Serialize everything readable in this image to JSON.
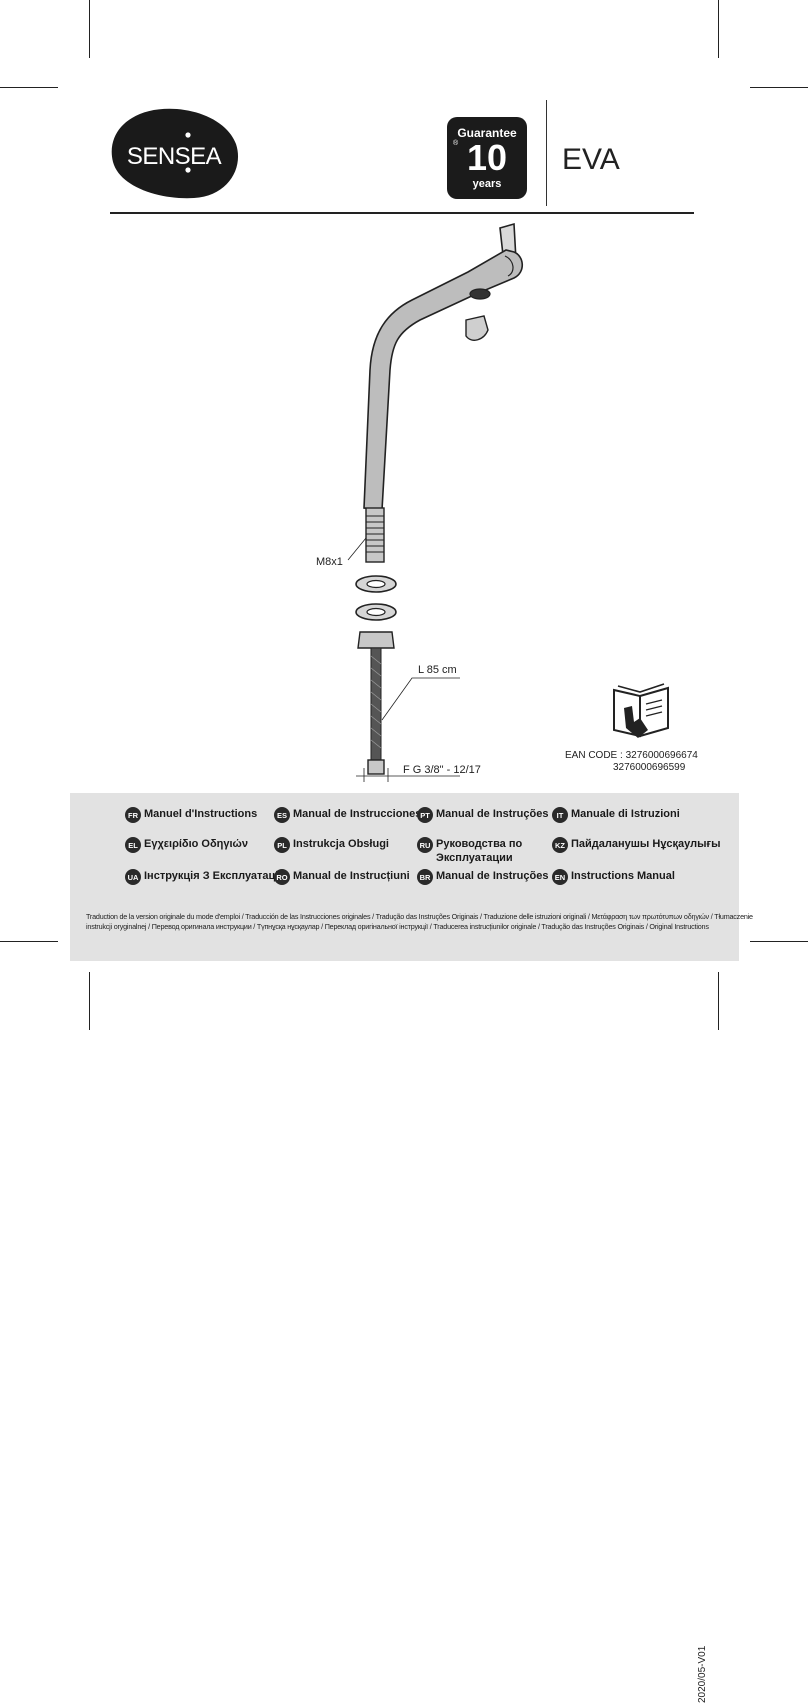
{
  "brand": {
    "logo_text": "SENSEA"
  },
  "guarantee": {
    "top": "Guarantee",
    "number": "10",
    "bottom": "years",
    "mark": "®"
  },
  "model": "EVA",
  "labels": {
    "thread": "M8x1",
    "length": "L 85 cm",
    "fitting": "F G 3/8\" - 12/17"
  },
  "ean": {
    "line1": "EAN CODE : 3276000696674",
    "line2": "3276000696599"
  },
  "icons": {
    "manual": "read-manual-icon"
  },
  "languages": [
    {
      "code": "FR",
      "name": "Manuel d'Instructions"
    },
    {
      "code": "ES",
      "name": "Manual de Instrucciones"
    },
    {
      "code": "PT",
      "name": "Manual de Instruções"
    },
    {
      "code": "IT",
      "name": "Manuale di Istruzioni"
    },
    {
      "code": "EL",
      "name": "Εγχειρίδιο Οδηγιών"
    },
    {
      "code": "PL",
      "name": "Instrukcja Obsługi"
    },
    {
      "code": "RU",
      "name": "Руководства по Эксплуатации"
    },
    {
      "code": "KZ",
      "name": "Пайдаланушы Нұсқаулығы"
    },
    {
      "code": "UA",
      "name": "Інструкція З Експлуатації"
    },
    {
      "code": "RO",
      "name": "Manual de Instrucțiuni"
    },
    {
      "code": "BR",
      "name": "Manual de Instruções"
    },
    {
      "code": "EN",
      "name": "Instructions Manual"
    }
  ],
  "translation_note": {
    "line1": "Traduction de la version originale du mode d'emploi / Traducción de las Instrucciones originales / Tradução das Instruções Originais / Traduzione delle istruzioni originali / Μετάφραση των πρωτότυπων οδηγιών / Tłumaczenie",
    "line2": "instrukcji oryginalnej / Перевод оригинала инструкции / Түпнұсқа нұсқаулар / Переклад оригінальної інструкції / Traducerea instrucțiunilor originale / Tradução das Instruções Originais / Original Instructions"
  },
  "version": "2020/05-V01"
}
